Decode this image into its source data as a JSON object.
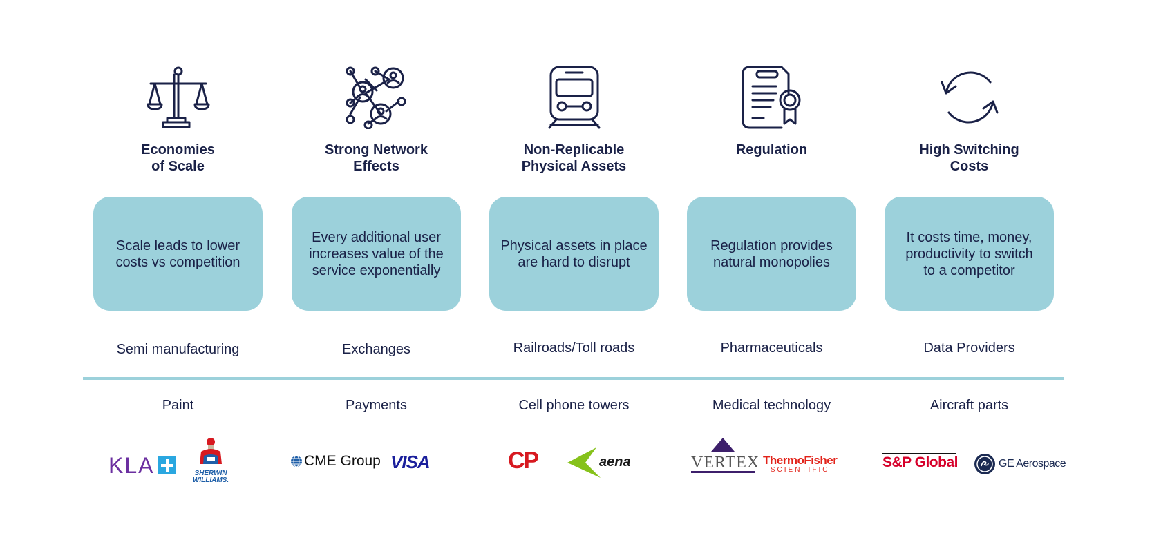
{
  "columns": [
    {
      "title": "Economies\nof Scale",
      "description": "Scale leads to lower\ncosts vs competition",
      "example_top": "Semi manufacturing",
      "example_bottom": "Paint",
      "icon": "scales-icon",
      "logos": [
        "KLA",
        "SHERWIN\nWILLIAMS."
      ]
    },
    {
      "title": "Strong Network\nEffects",
      "description": "Every additional user\nincreases value of the\nservice exponentially",
      "example_top": "Exchanges",
      "example_bottom": "Payments",
      "icon": "network-icon",
      "logos": [
        "CME Group",
        "VISA"
      ]
    },
    {
      "title": "Non-Replicable\nPhysical Assets",
      "description": "Physical assets in place\nare hard to disrupt",
      "example_top": "Railroads/Toll roads",
      "example_bottom": "Cell phone towers",
      "icon": "train-icon",
      "logos": [
        "CP",
        "aena"
      ]
    },
    {
      "title": "Regulation",
      "description": "Regulation provides\nnatural monopolies",
      "example_top": "Pharmaceuticals",
      "example_bottom": "Medical technology",
      "icon": "certificate-icon",
      "logos": [
        "VERTEX",
        "ThermoFisher",
        "SCIENTIFIC"
      ]
    },
    {
      "title": "High Switching\nCosts",
      "description": "It costs time, money,\nproductivity to switch\nto a competitor",
      "example_top": "Data Providers",
      "example_bottom": "Aircraft parts",
      "icon": "refresh-icon",
      "logos": [
        "S&P Global",
        "GE Aerospace"
      ]
    }
  ],
  "colors": {
    "navy": "#1a2147",
    "card": "#9cd1db",
    "kla_purple": "#6b2fa0",
    "kla_blue": "#2aa7e0",
    "visa_blue": "#1a1f9c",
    "cp_red": "#d71920",
    "aena_green": "#86c21b",
    "vertex_purple": "#3d1f6b",
    "thermo_red": "#e2231a",
    "sp_red": "#d6002a",
    "ge_navy": "#1b2a52"
  }
}
